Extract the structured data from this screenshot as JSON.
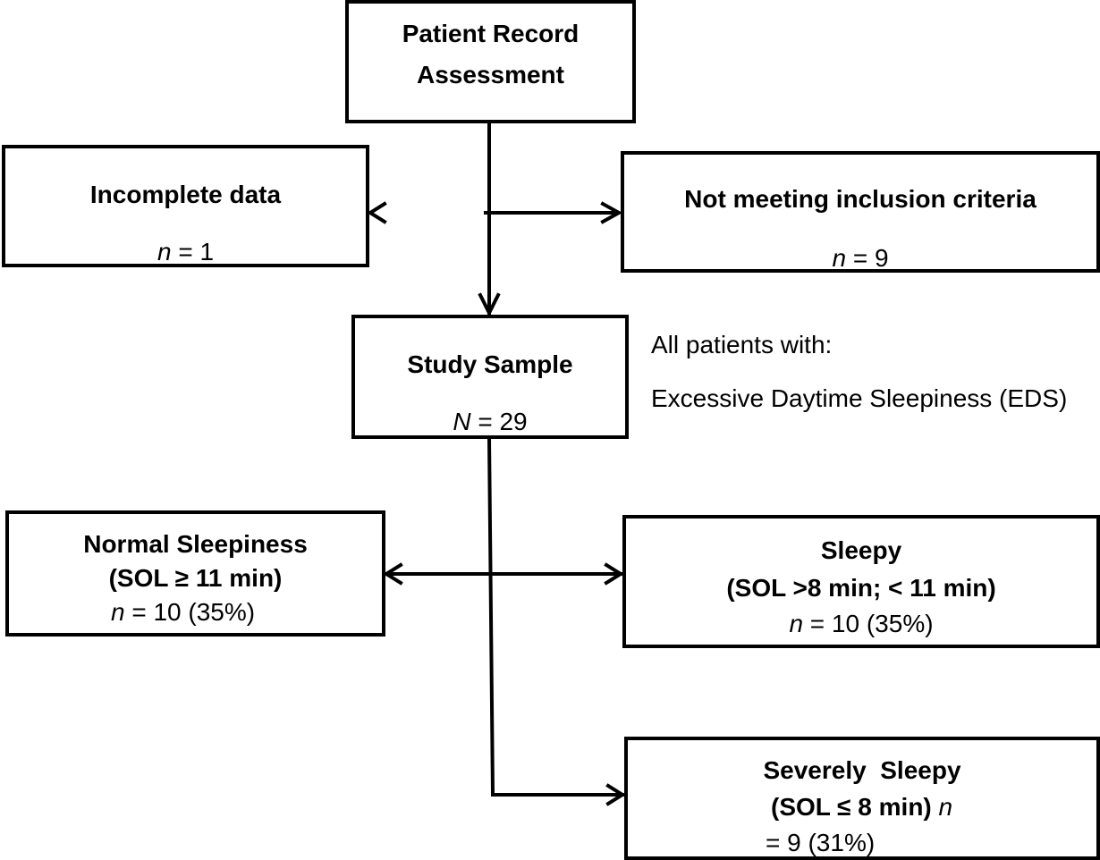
{
  "patient_record": {
    "line1": "Patient Record",
    "line2": "Assessment"
  },
  "incomplete": {
    "title": "Incomplete data",
    "n_symbol": "n",
    "n_value": " = 1"
  },
  "not_meeting": {
    "title": "Not meeting inclusion criteria",
    "n_symbol": "n",
    "n_value": " = 9"
  },
  "study_sample": {
    "title": "Study Sample",
    "n_symbol": "N",
    "n_value": " = 29"
  },
  "note": {
    "line1": "All patients with:",
    "line2": "Excessive Daytime Sleepiness (EDS)"
  },
  "normal": {
    "title": "Normal Sleepiness",
    "criteria": "(SOL ≥ 11 min)",
    "n_symbol": "n",
    "n_value": " = 10 (35%)"
  },
  "sleepy": {
    "title": "Sleepy",
    "criteria": "(SOL >8 min; < 11 min)",
    "n_symbol": "n",
    "n_value": " = 10 (35%)"
  },
  "severe": {
    "title": "Severely  Sleepy",
    "criteria": "(SOL ≤ 8 min)",
    "n_symbol": "n",
    "n_value_line2": "= 9 (31%)"
  }
}
